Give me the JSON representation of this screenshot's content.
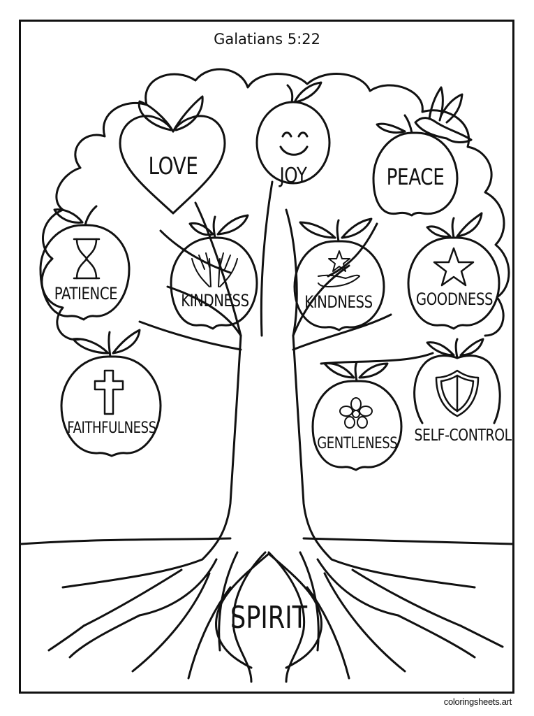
{
  "page": {
    "title": "Galatians 5:22",
    "credit": "coloringsheets.art",
    "line_color": "#111111",
    "background": "#ffffff"
  },
  "roots": {
    "label": "SPIRIT"
  },
  "fruits": [
    {
      "label": "LOVE",
      "shape": "heart",
      "icon": "heart-shape"
    },
    {
      "label": "JOY",
      "shape": "circle",
      "icon": "smiley-face-icon"
    },
    {
      "label": "PEACE",
      "shape": "apple",
      "icon": "dove-icon"
    },
    {
      "label": "PATIENCE",
      "shape": "apple",
      "icon": "hourglass-icon"
    },
    {
      "label": "KINDNESS",
      "shape": "apple",
      "icon": "open-hands-icon"
    },
    {
      "label": "KINDNESS",
      "shape": "apple",
      "icon": "star-in-hand-icon"
    },
    {
      "label": "GOODNESS",
      "shape": "apple",
      "icon": "star-icon"
    },
    {
      "label": "FAITHFULNESS",
      "shape": "apple",
      "icon": "cross-icon"
    },
    {
      "label": "GENTLENESS",
      "shape": "apple",
      "icon": "flower-icon"
    },
    {
      "label": "SELF-CONTROL",
      "shape": "apple",
      "icon": "shield-icon"
    }
  ]
}
